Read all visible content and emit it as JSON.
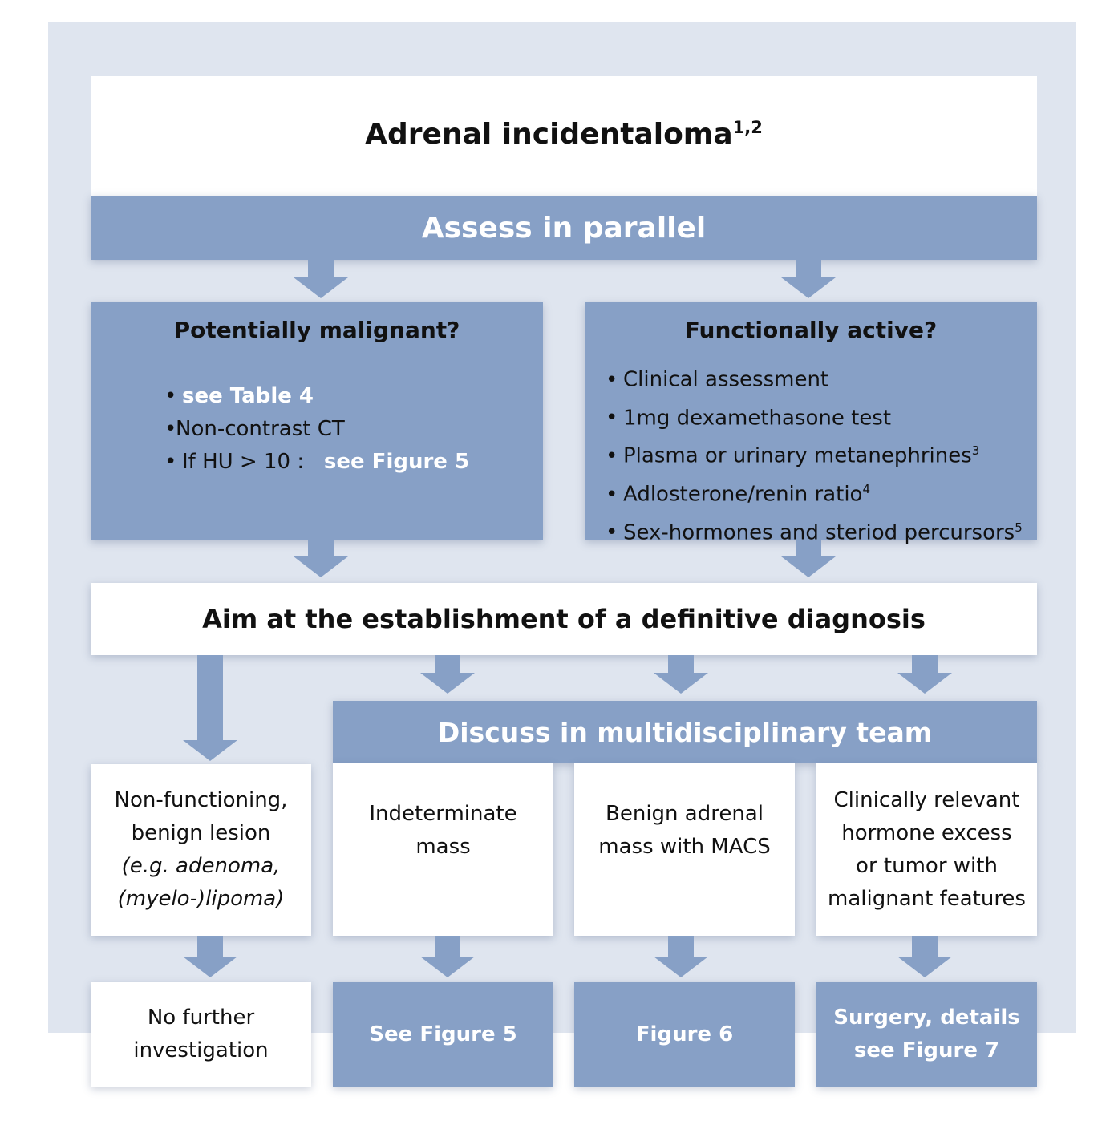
{
  "title": {
    "text": "Adrenal incidentaloma",
    "superscript": "1,2"
  },
  "assess_bar": "Assess in parallel",
  "malignant": {
    "heading": "Potentially malignant?",
    "bullet_1": "see Table 4",
    "bullet_2": "Non-contrast CT",
    "bullet_3_prefix": "If HU > 10 :",
    "bullet_3_link": "see Figure 5"
  },
  "functional": {
    "heading": "Functionally active?",
    "items": [
      {
        "text": "Clinical assessment",
        "sup": ""
      },
      {
        "text": "1mg dexamethasone test",
        "sup": ""
      },
      {
        "text": "Plasma or urinary metanephrines",
        "sup": "3"
      },
      {
        "text": "Adlosterone/renin ratio",
        "sup": "4"
      },
      {
        "text": "Sex-hormones and steriod percursors",
        "sup": "5"
      }
    ]
  },
  "diagnosis_box": "Aim at the establishment of a definitive diagnosis",
  "mdt_bar": "Discuss in multidisciplinary team",
  "outcomes": {
    "nonfunctioning": {
      "line_1": "Non-functioning,",
      "line_2": "benign lesion",
      "line_3": "(e.g. adenoma,",
      "line_4": "(myelo-)lipoma)"
    },
    "indeterminate": {
      "line_1": "Indeterminate",
      "line_2": "mass"
    },
    "benign_macs": {
      "line_1": "Benign adrenal",
      "line_2": "mass with MACS"
    },
    "clinically_relevant": {
      "line_1": "Clinically relevant",
      "line_2": "hormone excess",
      "line_3": "or tumor with",
      "line_4": "malignant features"
    }
  },
  "finals": {
    "no_further": {
      "line_1": "No further",
      "line_2": "investigation"
    },
    "see_fig5": "See Figure 5",
    "fig6": "Figure 6",
    "surgery": {
      "line_1": "Surgery, details",
      "line_2": "see Figure 7"
    }
  },
  "colors": {
    "box_blue": "#87a0c6",
    "backdrop": "#dfe5ef",
    "link_white": "#ffffff"
  }
}
